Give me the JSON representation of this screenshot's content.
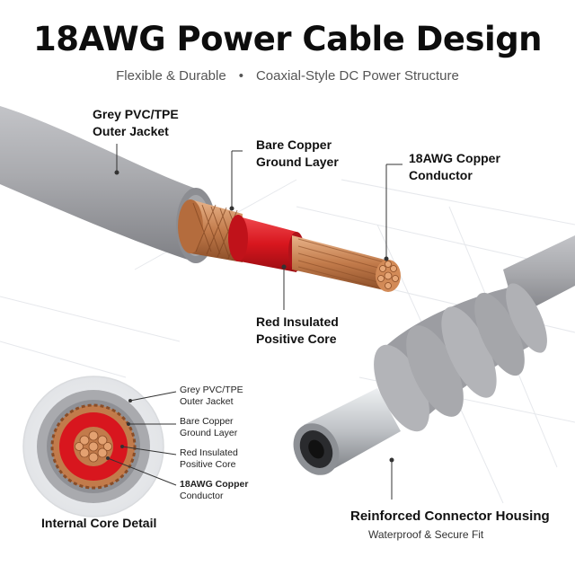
{
  "header": {
    "title": "18AWG Power Cable Design",
    "subtitle_left": "Flexible & Durable",
    "subtitle_sep": "•",
    "subtitle_right": "Coaxial-Style DC Power Structure"
  },
  "callouts": {
    "jacket_line1": "Grey PVC/TPE",
    "jacket_line2": "Outer Jacket",
    "ground_line1": "Bare Copper",
    "ground_line2": "Ground Layer",
    "conductor_line1": "18AWG Copper",
    "conductor_line2": "Conductor",
    "core_line1": "Red Insulated",
    "core_line2": "Positive Core"
  },
  "detail": {
    "caption": "Internal Core Detail",
    "jacket_line1": "Grey PVC/TPE",
    "jacket_line2": "Outer Jacket",
    "ground_line1": "Bare Copper",
    "ground_line2": "Ground Layer",
    "core_line1": "Red Insulated",
    "core_line2": "Positive Core",
    "conductor_line1": "18AWG Copper",
    "conductor_line2": "Conductor"
  },
  "connector": {
    "caption": "Reinforced Connector Housing",
    "sub": "Waterproof & Secure Fit"
  },
  "colors": {
    "jacket": "#a6a7ab",
    "copper": "#c27b4b",
    "insulation": "#d8161e",
    "steel": "#c9cbcf",
    "text": "#111111"
  }
}
